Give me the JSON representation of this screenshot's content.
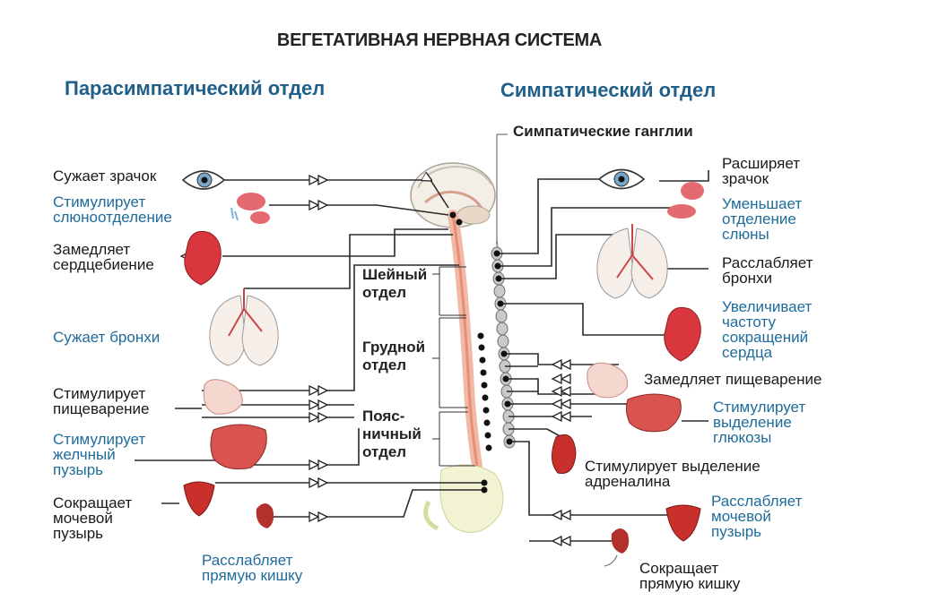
{
  "title": "ВЕГЕТАТИВНАЯ НЕРВНАЯ СИСТЕМА",
  "parasympathetic": {
    "heading": "Парасимпатический отдел",
    "labels": [
      "Сужает зрачок",
      "Стимулирует\nслюноотделение",
      "Замедляет\nсердцебиение",
      "Сужает бронхи",
      "Стимулирует\nпищеварение",
      "Стимулирует\nжелчный\nпузырь",
      "Сокращает\nмочевой\nпузырь",
      "Расслабляет\nпрямую кишку"
    ]
  },
  "sympathetic": {
    "heading": "Симпатический отдел",
    "ganglia_label": "Симпатические ганглии",
    "labels": [
      "Расширяет\nзрачок",
      "Уменьшает\nотделение\nслюны",
      "Расслабляет\nбронхи",
      "Увеличивает\nчастоту\nсокращений\nсердца",
      "Замедляет пищеварение",
      "Стимулирует\nвыделение\nглюкозы",
      "Стимулирует выделение\nадреналина",
      "Расслабляет\nмочевой\nпузырь",
      "Сокращает\nпрямую кишку"
    ]
  },
  "spine_sections": [
    "Шейный\nотдел",
    "Грудной\nотдел",
    "Пояс-\nничный\nотдел"
  ],
  "colors": {
    "heading_blue": "#1f5f8a",
    "label_blue": "#1f6b9a",
    "organ_red": "#d9363e",
    "spine_pink": "#f2b8a6",
    "ganglia_gray": "#a8a8a8",
    "nerve_line": "#2a2a2a"
  }
}
